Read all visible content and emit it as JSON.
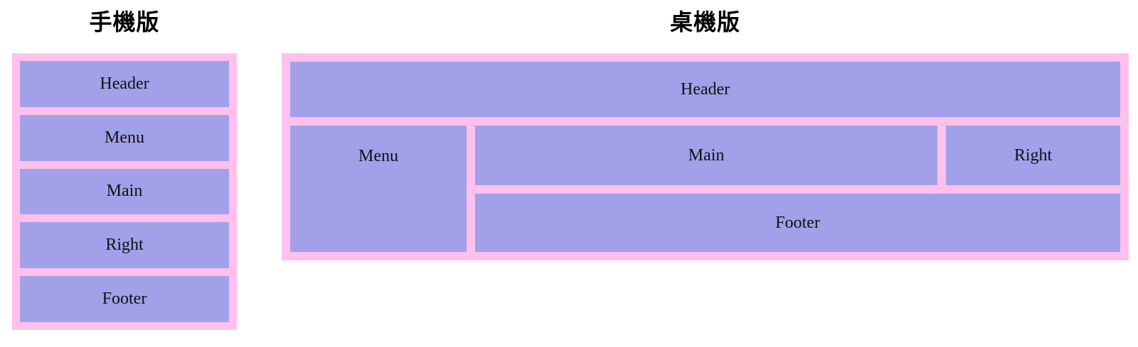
{
  "colors": {
    "container_bg": "#ffc1ec",
    "box_bg": "#a2a0e8",
    "box_text": "#111111",
    "title_text": "#000000",
    "page_bg": "#ffffff"
  },
  "mobile": {
    "title": "手機版",
    "boxes": [
      "Header",
      "Menu",
      "Main",
      "Right",
      "Footer"
    ]
  },
  "desktop": {
    "title": "桌機版",
    "boxes": {
      "header": "Header",
      "menu": "Menu",
      "main": "Main",
      "right": "Right",
      "footer": "Footer"
    }
  }
}
